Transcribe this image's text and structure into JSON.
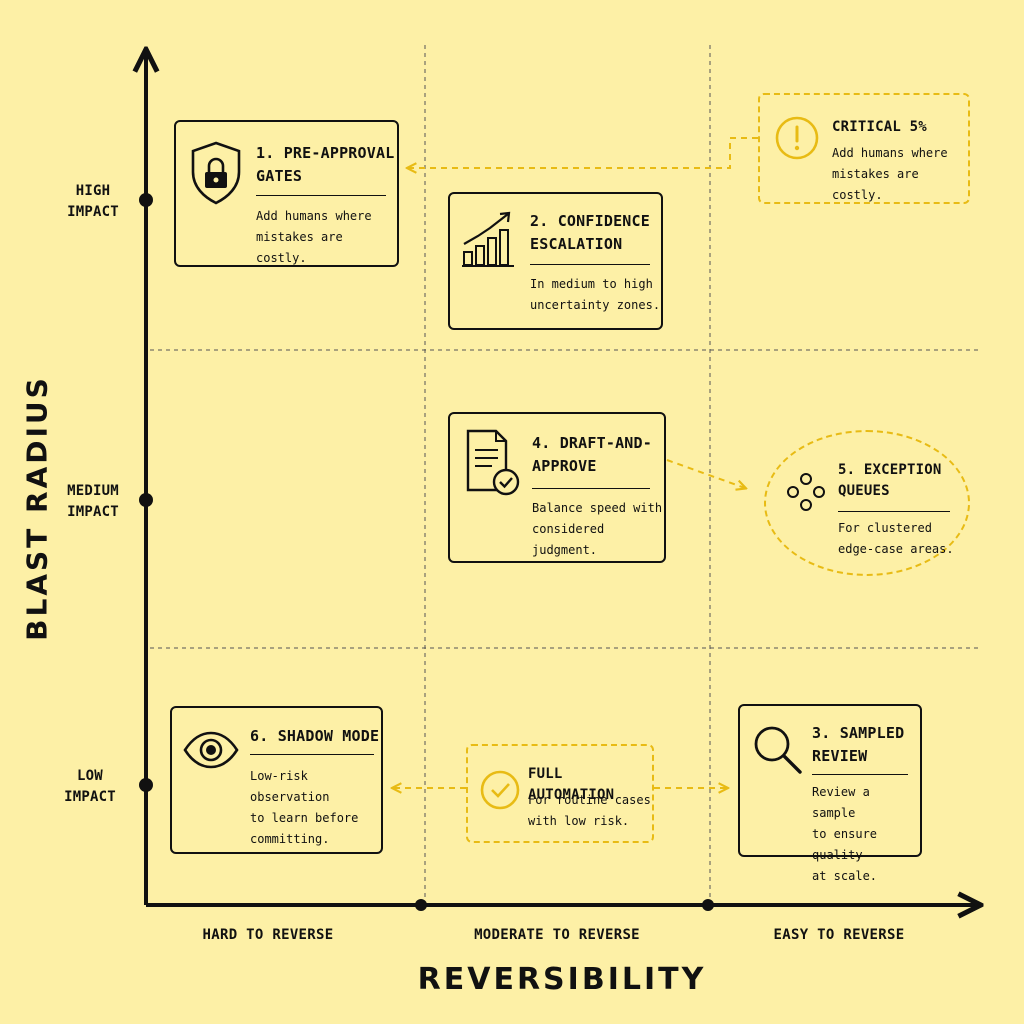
{
  "axes": {
    "y_title": "BLAST RADIUS",
    "x_title": "REVERSIBILITY",
    "y_ticks": {
      "high": "HIGH\nIMPACT",
      "medium": "MEDIUM\nIMPACT",
      "low": "LOW\nIMPACT"
    },
    "x_ticks": {
      "hard": "HARD TO REVERSE",
      "moderate": "MODERATE TO REVERSE",
      "easy": "EASY TO REVERSE"
    }
  },
  "cards": {
    "pre_approval": {
      "title": "1. PRE-APPROVAL\nGATES",
      "desc": "Add humans where\nmistakes are costly.",
      "icon": "shield-lock-icon"
    },
    "confidence": {
      "title": "2. CONFIDENCE\nESCALATION",
      "desc": "In medium to high\nuncertainty zones.",
      "icon": "bar-chart-trend-icon"
    },
    "critical": {
      "title": "CRITICAL 5%",
      "desc": "Add humans where\nmistakes are costly.",
      "icon": "warning-icon"
    },
    "draft": {
      "title": "4. DRAFT-AND-\nAPPROVE",
      "desc": "Balance speed with\nconsidered judgment.",
      "icon": "document-check-icon"
    },
    "exception": {
      "title": "5. EXCEPTION\nQUEUES",
      "desc": "For clustered\nedge-case areas.",
      "icon": "cluster-dots-icon"
    },
    "shadow": {
      "title": "6. SHADOW MODE",
      "desc": "Low-risk observation\nto learn before\ncommitting.",
      "icon": "eye-icon"
    },
    "full_auto": {
      "title": "FULL AUTOMATION",
      "desc": "For routine cases\nwith low risk.",
      "icon": "check-circle-icon"
    },
    "sampled": {
      "title": "3. SAMPLED\nREVIEW",
      "desc": "Review a sample\nto ensure quality\nat scale.",
      "icon": "magnifier-icon"
    }
  },
  "colors": {
    "background": "#fdf0a6",
    "ink": "#111111",
    "accent": "#e8bb14"
  }
}
